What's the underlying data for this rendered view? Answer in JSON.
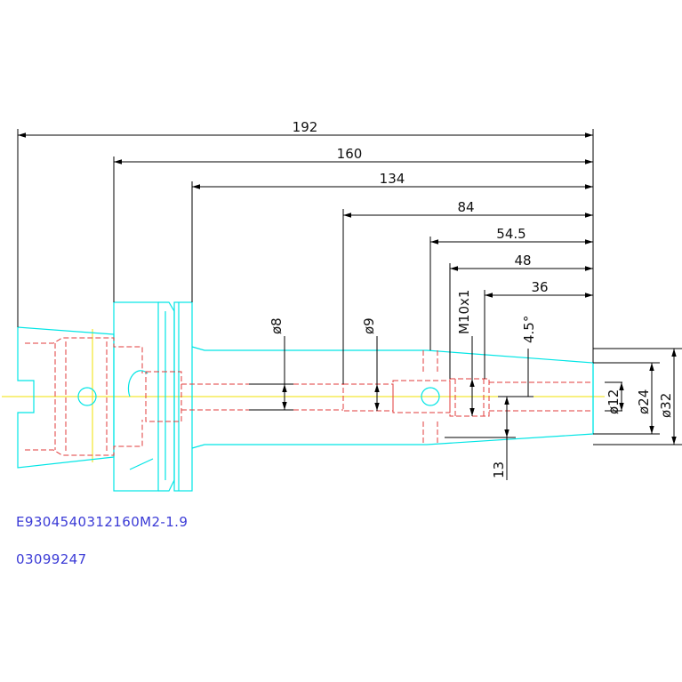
{
  "colors": {
    "outline": "#00e5e5",
    "hidden": "#e23b3b",
    "center": "#f0e000",
    "dimension": "#000000",
    "code": "#3a3ad6"
  },
  "dimensions": {
    "len_192": "192",
    "len_160": "160",
    "len_134": "134",
    "len_84": "84",
    "len_54_5": "54.5",
    "len_48": "48",
    "len_36": "36",
    "dia_8": "ø8",
    "dia_9": "ø9",
    "thread": "M10x1",
    "angle": "4.5°",
    "dia_12": "ø12",
    "dia_24": "ø24",
    "dia_32": "ø32",
    "len_13": "13"
  },
  "codes": {
    "part_number": "E9304540312160M2-1.9",
    "order_number": "03099247"
  }
}
